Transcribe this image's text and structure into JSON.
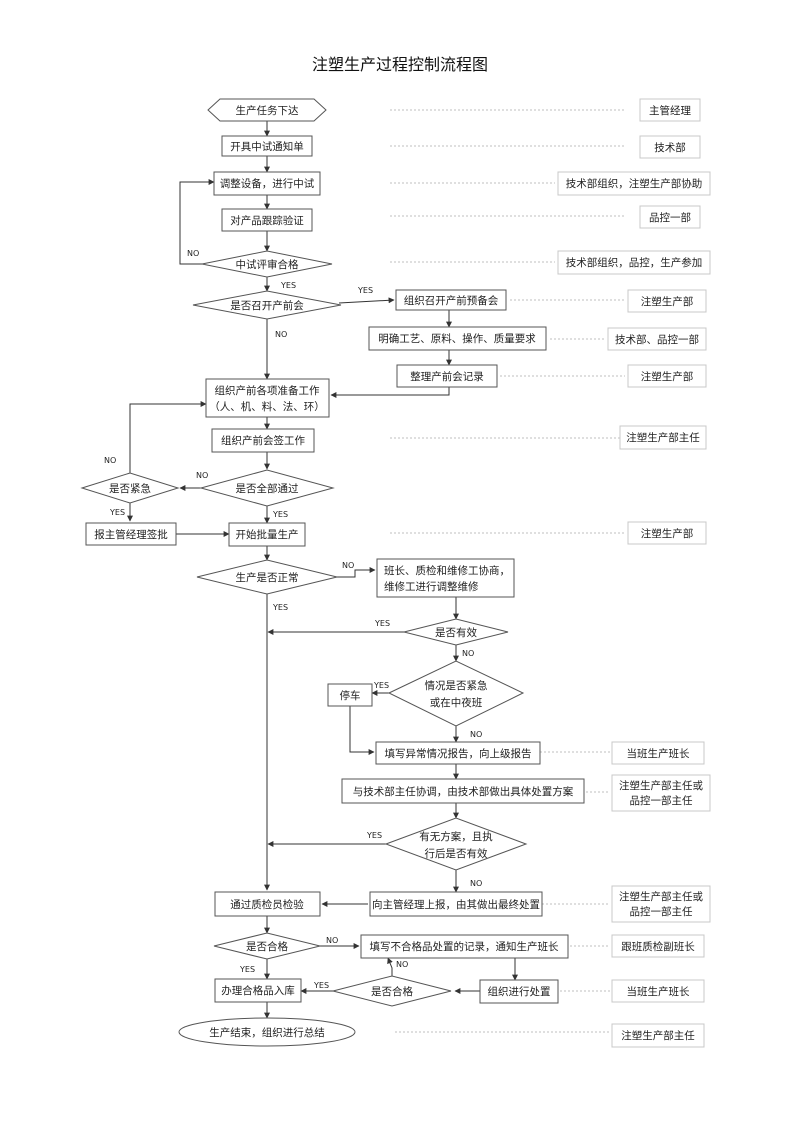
{
  "title": "注塑生产过程控制流程图",
  "nodes": {
    "n1": "生产任务下达",
    "n2": "开具中试通知单",
    "n3": "调整设备，进行中试",
    "n4": "对产品跟踪验证",
    "n5": "中试评审合格",
    "n6": "是否召开产前会",
    "n7": "组织召开产前预备会",
    "n8": "明确工艺、原料、操作、质量要求",
    "n9": "整理产前会记录",
    "n10a": "组织产前各项准备工作",
    "n10b": "（人、机、料、法、环）",
    "n11": "组织产前会签工作",
    "n12": "是否全部通过",
    "n13": "是否紧急",
    "n14": "报主管经理签批",
    "n15": "开始批量生产",
    "n16": "生产是否正常",
    "n17a": "班长、质检和维修工协商，",
    "n17b": "维修工进行调整维修",
    "n18": "是否有效",
    "n19a": "情况是否紧急",
    "n19b": "或在中夜班",
    "n20": "停车",
    "n21": "填写异常情况报告，向上级报告",
    "n22": "与技术部主任协调，由技术部做出具体处置方案",
    "n23a": "有无方案，且执",
    "n23b": "行后是否有效",
    "n24": "向主管经理上报，由其做出最终处置",
    "n25": "通过质检员检验",
    "n26": "是否合格",
    "n27": "填写不合格品处置的记录，通知生产班长",
    "n28": "组织进行处置",
    "n29": "是否合格",
    "n30": "办理合格品入库",
    "n31": "生产结束，组织进行总结"
  },
  "responsibles": {
    "r1": "主管经理",
    "r2": "技术部",
    "r3": "技术部组织，注塑生产部协助",
    "r4": "品控一部",
    "r5": "技术部组织，品控，生产参加",
    "r6": "注塑生产部",
    "r7": "技术部、品控一部",
    "r8": "注塑生产部",
    "r9": "注塑生产部主任",
    "r10": "注塑生产部",
    "r11": "当班生产班长",
    "r12a": "注塑生产部主任或",
    "r12b": "品控一部主任",
    "r13a": "注塑生产部主任或",
    "r13b": "品控一部主任",
    "r14": "跟班质检副班长",
    "r15": "当班生产班长",
    "r16": "注塑生产部主任"
  },
  "labels": {
    "yes": "YES",
    "no": "NO"
  }
}
